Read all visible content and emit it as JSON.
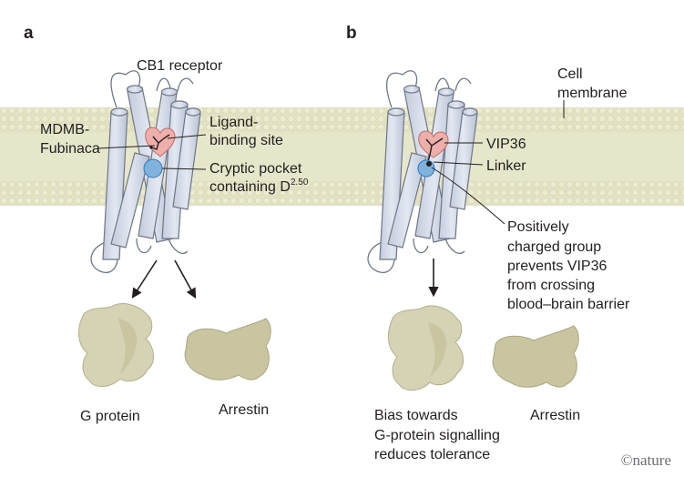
{
  "panel_a": {
    "letter": "a",
    "receptor_label": "CB1 receptor",
    "ligand_label_1": "MDMB-",
    "ligand_label_2": "Fubinaca",
    "site_label_1": "Ligand-",
    "site_label_2": "binding site",
    "pocket_label_1": "Cryptic pocket",
    "pocket_label_2": "containing D",
    "pocket_sup": "2.50",
    "gprotein_label": "G protein",
    "arrestin_label": "Arrestin"
  },
  "panel_b": {
    "letter": "b",
    "membrane_label_1": "Cell",
    "membrane_label_2": "membrane",
    "vip_label": "VIP36",
    "linker_label": "Linker",
    "charged_1": "Positively",
    "charged_2": "charged group",
    "charged_3": "prevents VIP36",
    "charged_4": "from crossing",
    "charged_5": "blood–brain barrier",
    "bias_1": "Bias towards",
    "bias_2": "G-protein signalling",
    "bias_3": "reduces tolerance",
    "arrestin_label": "Arrestin"
  },
  "credit": "©nature",
  "colors": {
    "membrane": "#e3e3c4",
    "helix": "#d5dbe8",
    "helix_stroke": "#6e7787",
    "ligand_site": "#eeaeaa",
    "pocket": "#7fb3de",
    "protein": "#d6d3b4"
  }
}
